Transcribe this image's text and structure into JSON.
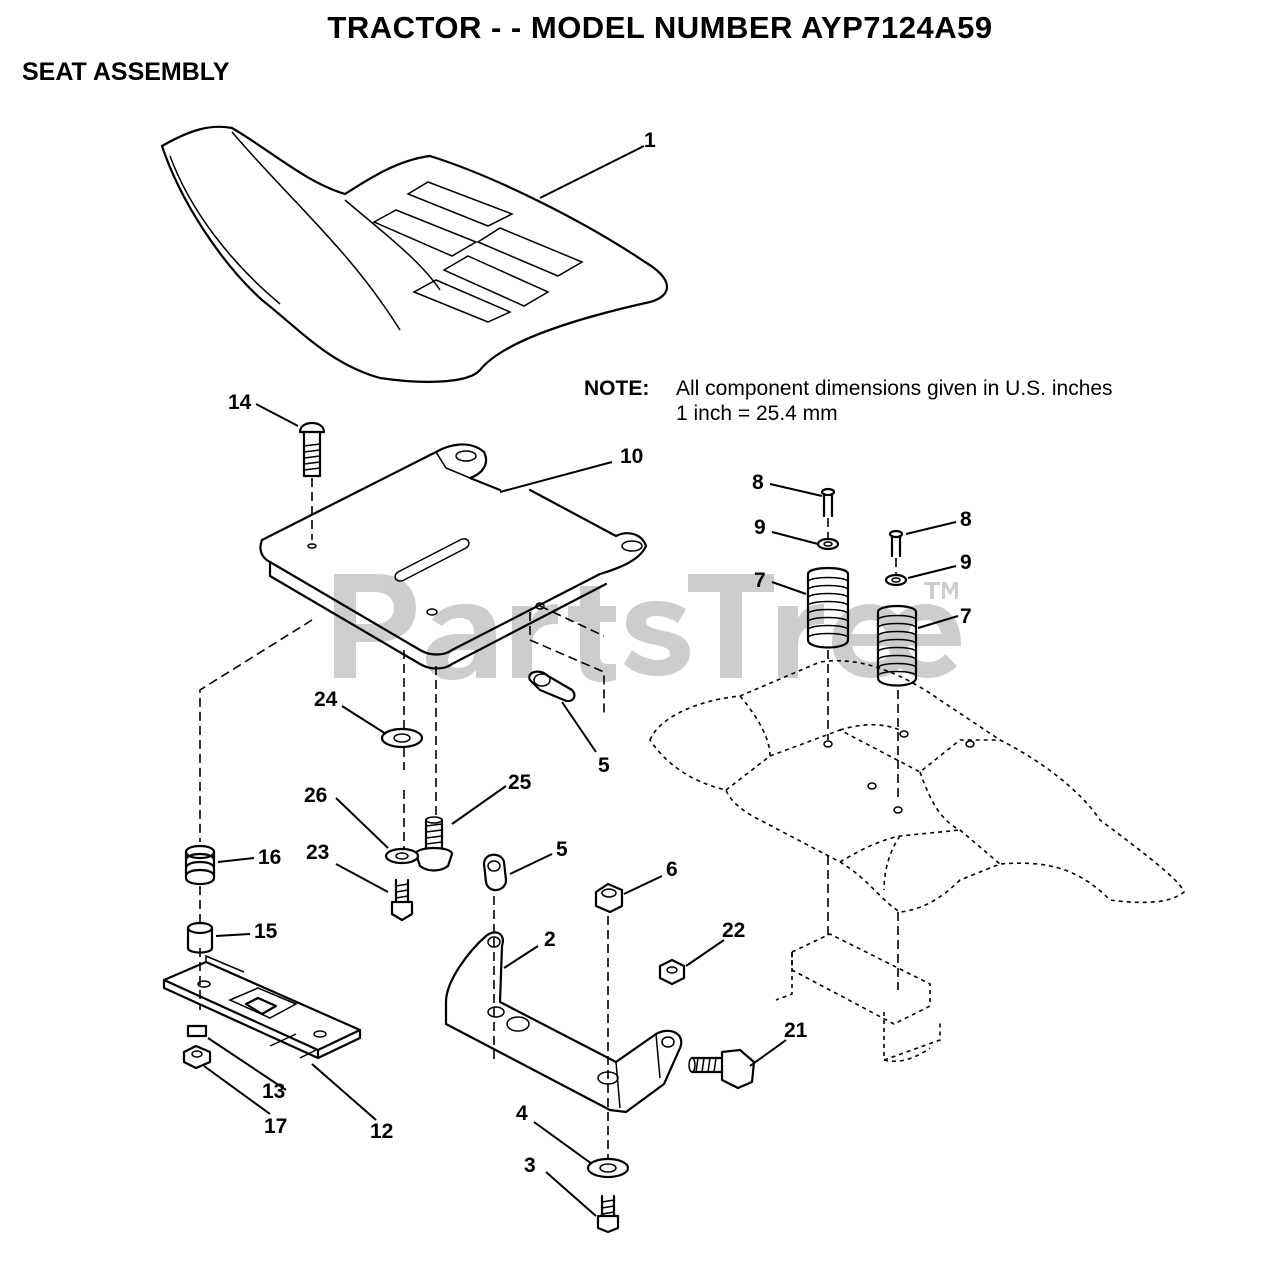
{
  "title": "TRACTOR - - MODEL NUMBER AYP7124A59",
  "subtitle": "SEAT ASSEMBLY",
  "note": {
    "label": "NOTE:",
    "line1": "All component dimensions given in U.S. inches",
    "line2": "1 inch = 25.4 mm"
  },
  "watermark": "PartsTree",
  "watermark_tm": "TM",
  "callouts": {
    "c1": "1",
    "c2": "2",
    "c3": "3",
    "c4": "4",
    "c5a": "5",
    "c5b": "5",
    "c6": "6",
    "c7a": "7",
    "c7b": "7",
    "c8a": "8",
    "c8b": "8",
    "c9a": "9",
    "c9b": "9",
    "c10": "10",
    "c12": "12",
    "c13": "13",
    "c14": "14",
    "c15": "15",
    "c16": "16",
    "c17": "17",
    "c21": "21",
    "c22": "22",
    "c23": "23",
    "c24": "24",
    "c25": "25",
    "c26": "26"
  }
}
